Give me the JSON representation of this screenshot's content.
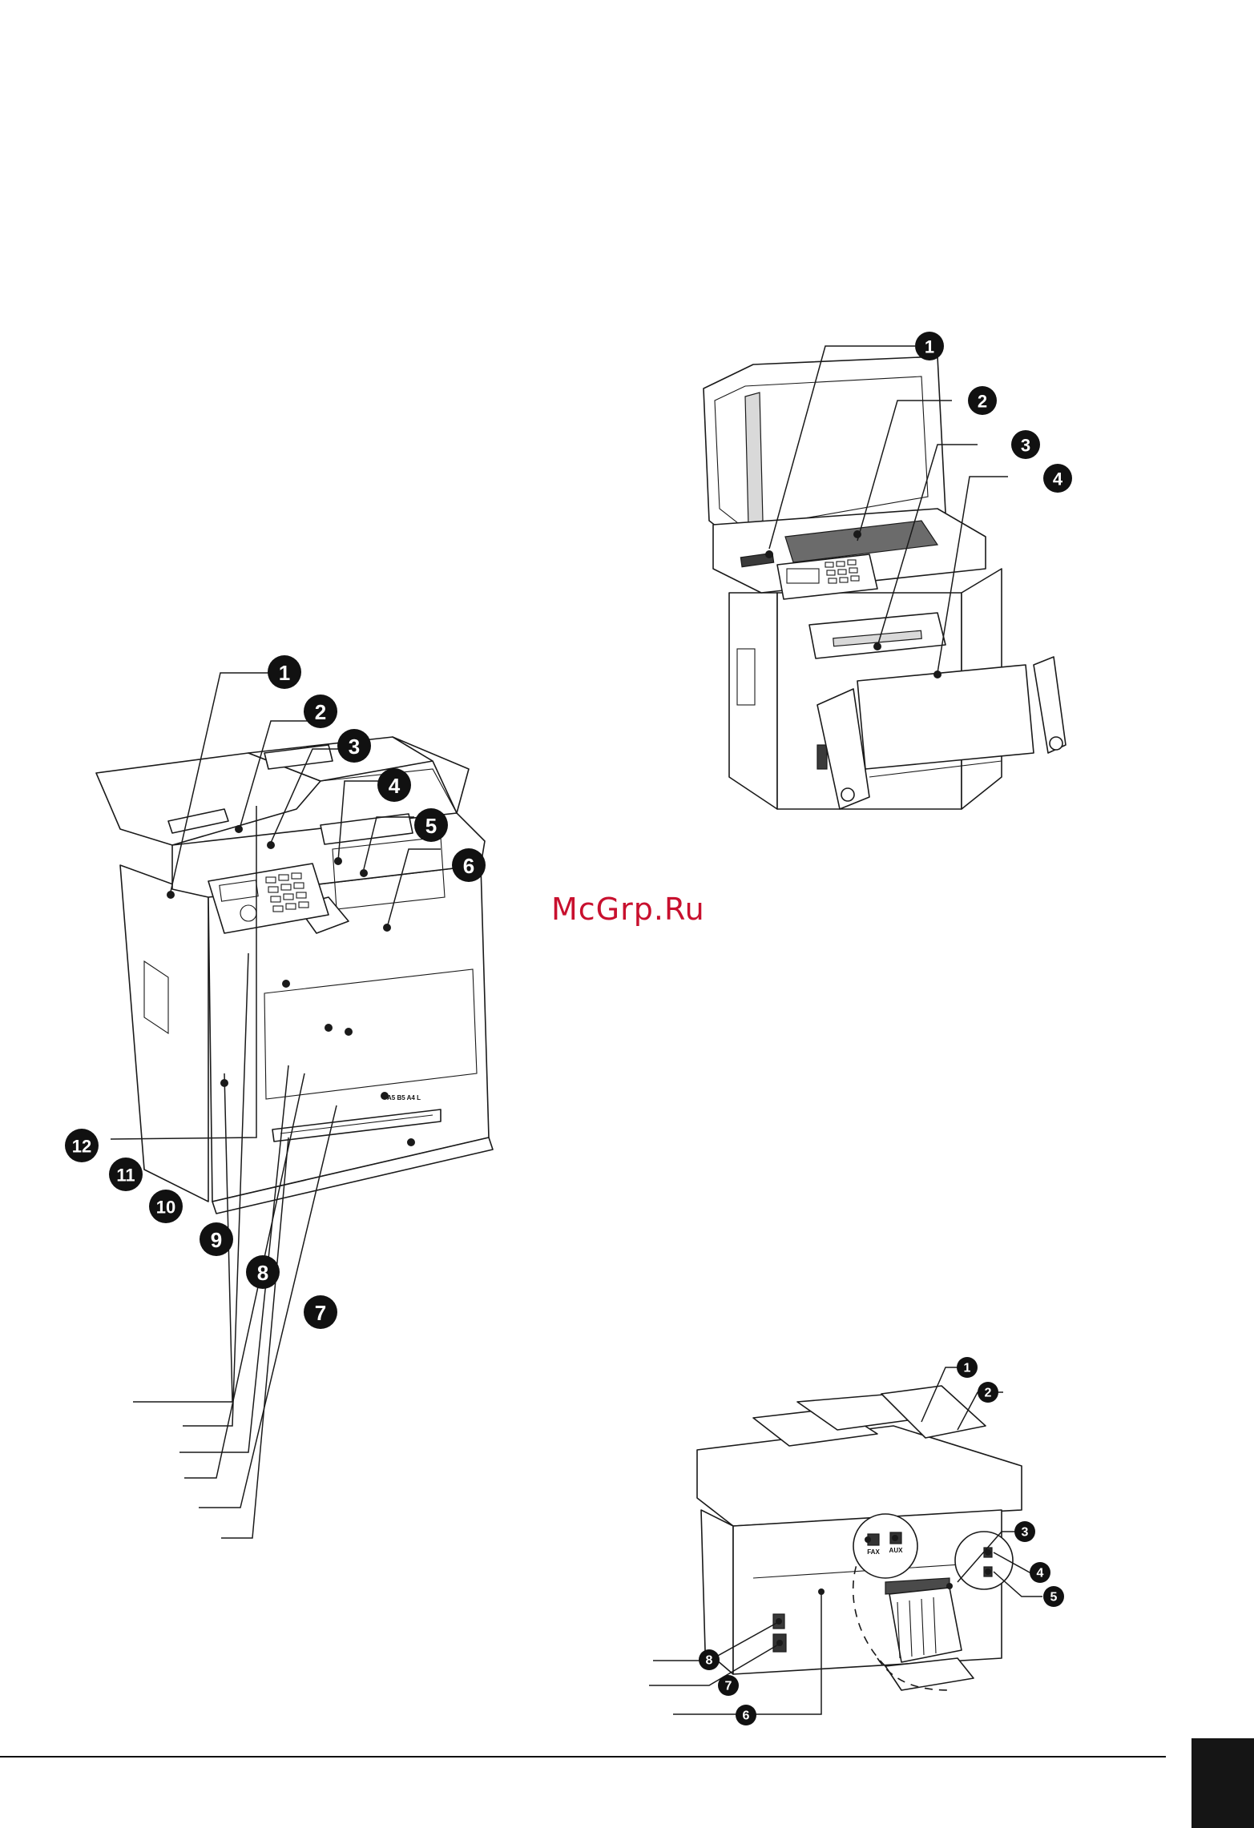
{
  "watermark": {
    "text": "McGrp.Ru",
    "color": "#c8102e"
  },
  "figure_front": {
    "callouts": [
      "1",
      "2",
      "3",
      "4",
      "5",
      "6",
      "7",
      "8",
      "9",
      "10",
      "11",
      "12"
    ],
    "panel_text": "A5 B5 A4 L"
  },
  "figure_open": {
    "callouts": [
      "1",
      "2",
      "3",
      "4"
    ]
  },
  "figure_rear": {
    "callouts": [
      "1",
      "2",
      "3",
      "4",
      "5",
      "6",
      "7",
      "8"
    ],
    "port_labels": [
      "FAX",
      "AUX"
    ]
  },
  "colors": {
    "ink": "#1a1a1a",
    "page_tab": "#151515",
    "paper": "#ffffff"
  }
}
